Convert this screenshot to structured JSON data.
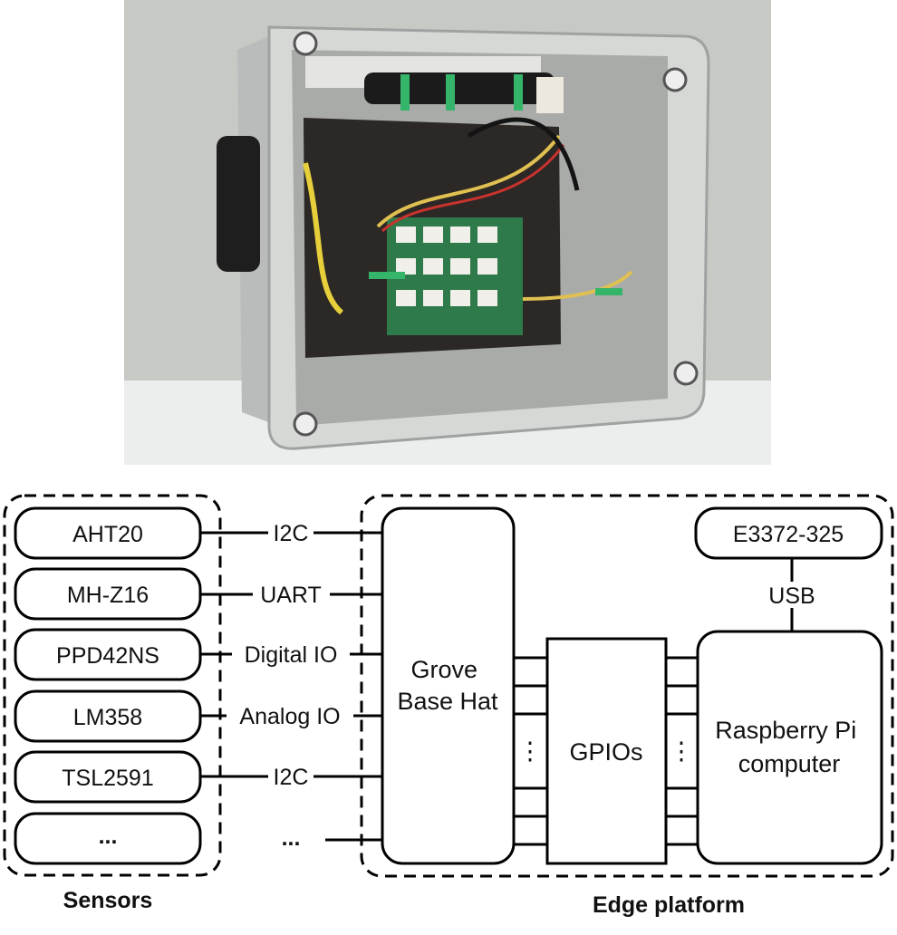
{
  "sensors_group": {
    "title": "Sensors",
    "sensors": [
      {
        "name": "AHT20",
        "interface": "I2C"
      },
      {
        "name": "MH-Z16",
        "interface": "UART"
      },
      {
        "name": "PPD42NS",
        "interface": "Digital IO"
      },
      {
        "name": "LM358",
        "interface": "Analog IO"
      },
      {
        "name": "TSL2591",
        "interface": "I2C"
      },
      {
        "name": "...",
        "interface": "..."
      }
    ]
  },
  "edge_group": {
    "title": "Edge platform",
    "grove_hat": "Grove\nBase Hat",
    "gpios": "GPIOs",
    "raspberry_pi": "Raspberry Pi\ncomputer",
    "modem": "E3372-325",
    "modem_link": "USB",
    "ellipsis": "⋮"
  },
  "photo": {
    "description_icon": "enclosure-photo",
    "colors": {
      "wall": "#c9ccc6",
      "table": "#eceeee",
      "enclosure": "#c5c8c6",
      "board": "#2b2826",
      "hat": "#2f7a4a",
      "cable_tie": "#35b56a"
    }
  }
}
